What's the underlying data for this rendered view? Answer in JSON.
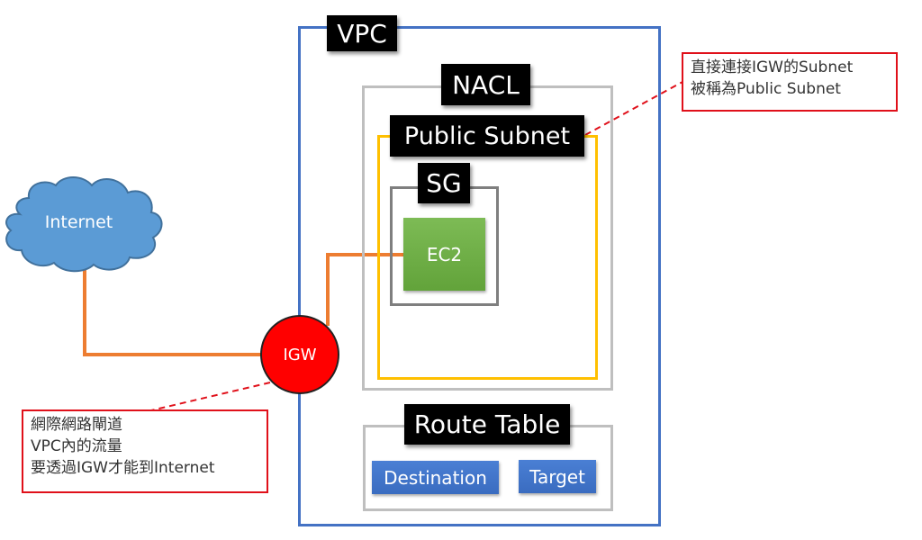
{
  "diagram": {
    "vpc": {
      "label": "VPC",
      "border_color": "#4472C4"
    },
    "nacl": {
      "label": "NACL",
      "border_color": "#BFBFBF"
    },
    "public_subnet": {
      "label": "Public Subnet",
      "border_color": "#FFC000"
    },
    "security_group": {
      "label": "SG",
      "border_color": "#7F7F7F"
    },
    "ec2": {
      "label": "EC2",
      "fill_color": "#70AD47"
    },
    "internet": {
      "label": "Internet",
      "fill_color": "#5B9BD5"
    },
    "igw": {
      "label": "IGW",
      "fill_color": "#FF0000"
    },
    "route_table": {
      "label": "Route Table",
      "columns": [
        "Destination",
        "Target"
      ]
    },
    "connector_color": "#ED7D31",
    "callout_color": "#E0101A",
    "callouts": {
      "public_subnet_note": {
        "lines": [
          "直接連接IGW的Subnet",
          "被稱為Public Subnet"
        ]
      },
      "igw_note": {
        "lines": [
          "網際網路閘道",
          "VPC內的流量",
          "要透過IGW才能到Internet"
        ]
      }
    }
  }
}
